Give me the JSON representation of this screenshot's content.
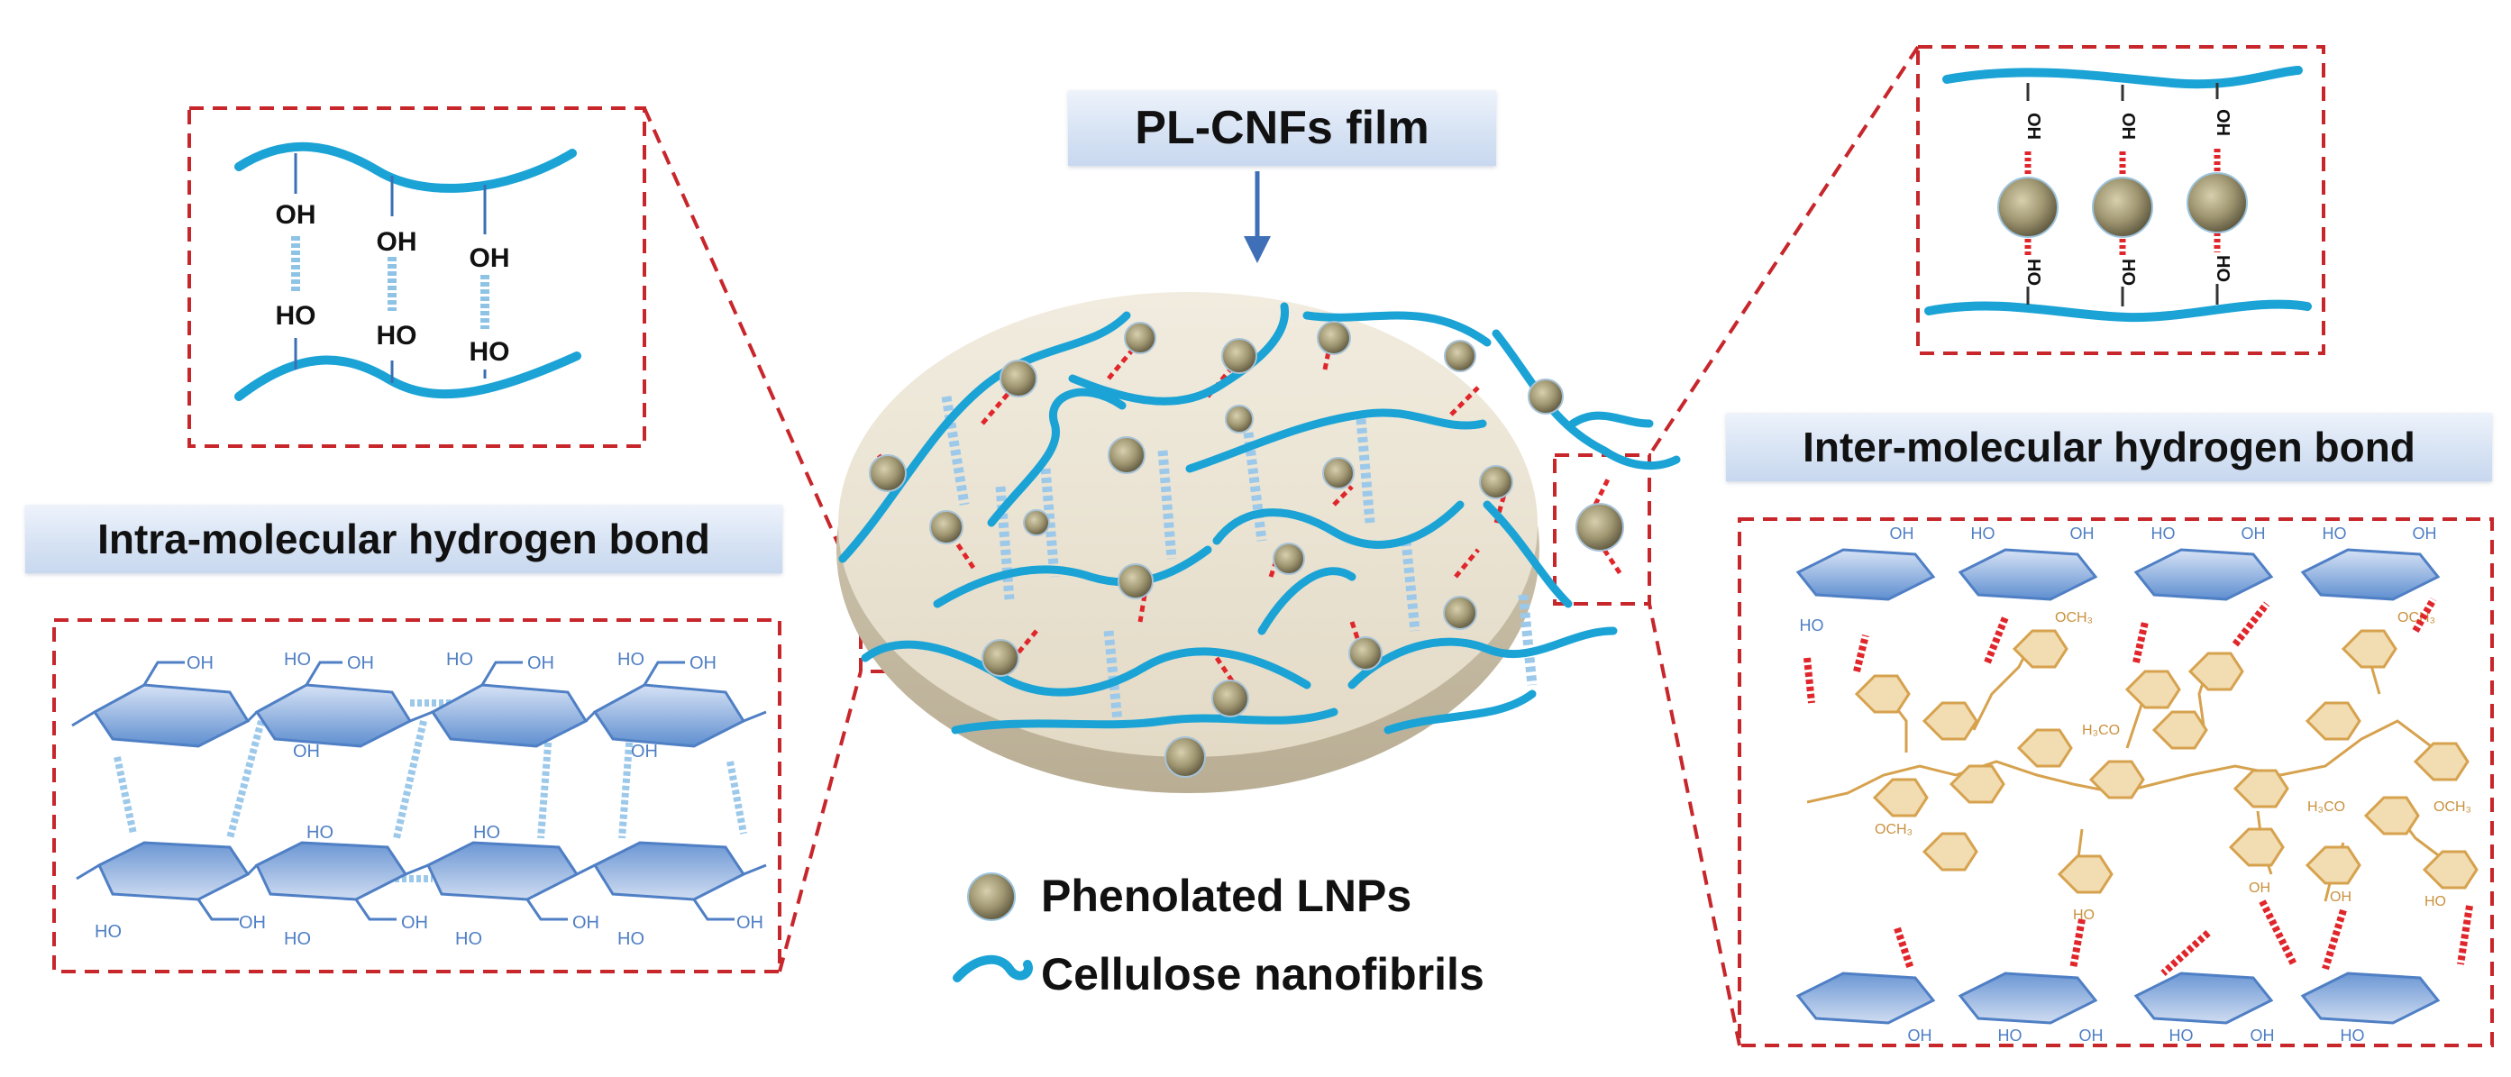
{
  "film_title": "PL-CNFs film",
  "intra_label": "Intra-molecular hydrogen bond",
  "inter_label": "Inter-molecular hydrogen bond",
  "legend": {
    "lnp_label": "Phenolated LNPs",
    "cnf_label": "Cellulose nanofibrils"
  },
  "intra_zoom": {
    "oh_labels": [
      "OH",
      "OH",
      "OH"
    ],
    "ho_labels": [
      "HO",
      "HO",
      "HO"
    ]
  },
  "inter_zoom": {
    "top_labels": [
      "OH",
      "OH",
      "OH"
    ],
    "bottom_labels": [
      "HO",
      "HO",
      "HO"
    ]
  },
  "chemical_labels": {
    "oh": "OH",
    "ho": "HO",
    "methoxy": "OCH₃",
    "methoxy_alt": "H₃CO"
  },
  "colors": {
    "fibril": "#1ba3d6",
    "hbond_blue": "#8ec3e6",
    "hbond_red": "#e0262b",
    "dash_box": "#c7262b",
    "glucose": "#4f7fc4",
    "lignin": "#d6a24e",
    "film": "#ece5d7"
  }
}
